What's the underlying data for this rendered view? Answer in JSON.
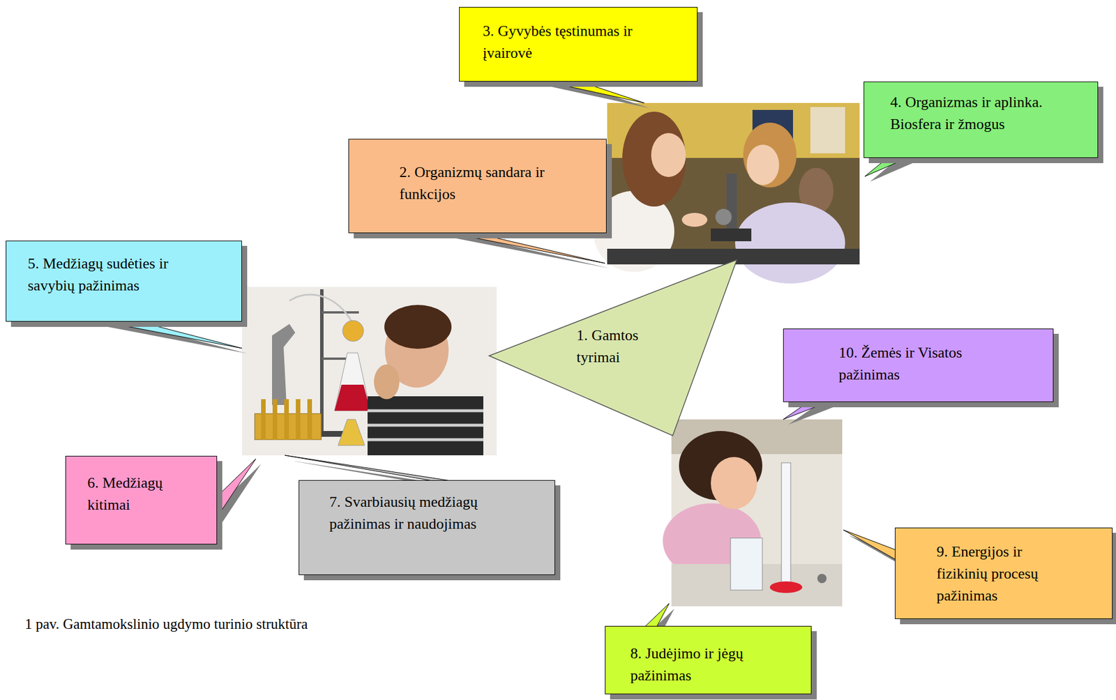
{
  "diagram": {
    "caption": "1 pav. Gamtamokslinio ugdymo turinio struktūra",
    "nodes": [
      {
        "text": [
          "3. Gyvybės tęstinumas ir įvairovė"
        ]
      },
      {
        "text": [
          "4. Organizmas ir aplinka. Biosfera ir žmogus"
        ]
      },
      {
        "text": [
          "2. Organizmų sandara ir funkcijos"
        ]
      },
      {
        "text": [
          "5. Medžiagų sudėties ir savybių pažinimas"
        ]
      },
      {
        "text": [
          "1. Gamtos tyrimai"
        ]
      },
      {
        "text": [
          "10. Žemės ir Visatos pažinimas"
        ]
      },
      {
        "text": [
          "6. Medžiagų kitimai"
        ]
      },
      {
        "text": [
          "7. Svarbiausių medžiagų pažinimas ir naudojimas"
        ]
      },
      {
        "text": [
          "9. Energijos ir fizikinių procesų pažinimas"
        ]
      },
      {
        "text": [
          "8. Judėjimo ir jėgų pažinimas"
        ]
      }
    ]
  }
}
